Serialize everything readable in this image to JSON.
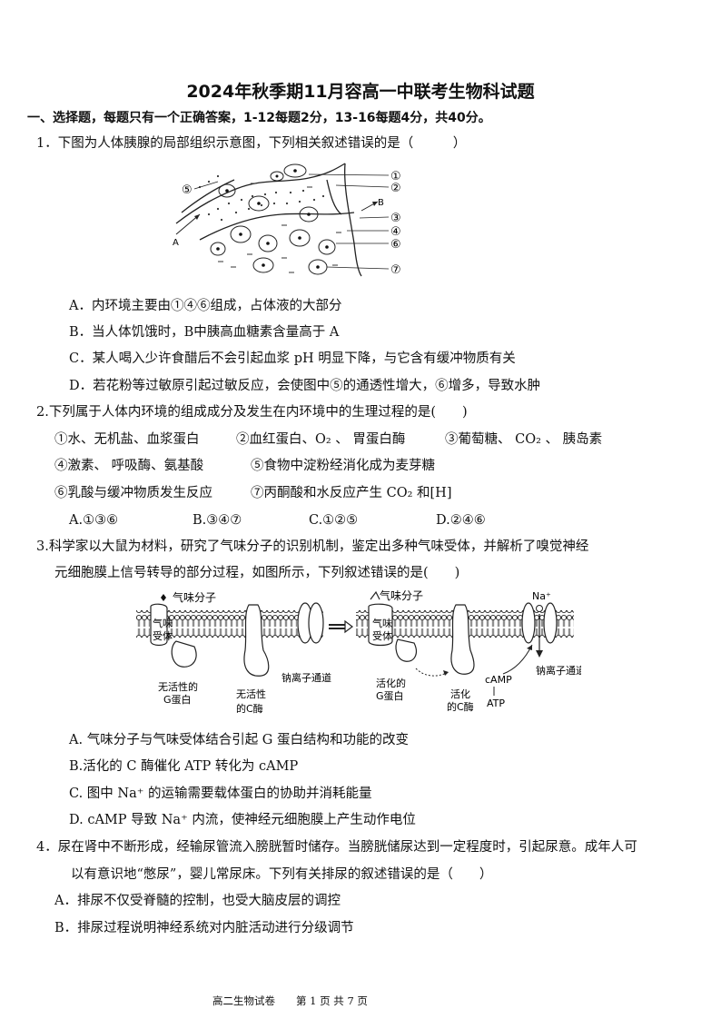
{
  "title": "2024年秋季期11月容高一中联考生物科试题",
  "section1": "一、选择题，每题只有一个正确答案，1-12每题2分，13-16每题4分，共40分。",
  "q1": {
    "stem": "1．下图为人体胰腺的局部组织示意图，下列相关叙述错误的是（　　　）",
    "figure_labels": {
      "n1": "①",
      "n2": "②",
      "n3": "③",
      "n4": "④",
      "n5": "⑤",
      "n6": "⑥",
      "n7": "⑦",
      "A": "A",
      "B": "B"
    },
    "options": {
      "A": "A．内环境主要由①④⑥组成，占体液的大部分",
      "B": "B．当人体饥饿时，B中胰高血糖素含量高于 A",
      "C": "C．某人喝入少许食醋后不会引起血浆 pH 明显下降，与它含有缓冲物质有关",
      "D": "D．若花粉等过敏原引起过敏反应，会使图中⑤的通透性增大，⑥增多，导致水肿"
    }
  },
  "q2": {
    "stem": "2.下列属于人体内环境的组成成分及发生在内环境中的生理过程的是(　　)",
    "items": {
      "r1a": "①水、无机盐、血浆蛋白",
      "r1b": "②血红蛋白、O₂ 、 胃蛋白酶",
      "r1c": "③葡萄糖、 CO₂ 、 胰岛素",
      "r2a": "④激素、 呼吸酶、氨基酸",
      "r2b": "⑤食物中淀粉经消化成为麦芽糖",
      "r3a": "⑥乳酸与缓冲物质发生反应",
      "r3b": "⑦丙酮酸和水反应产生 CO₂ 和[H]"
    },
    "options": {
      "A": "A.①③⑥",
      "B": "B.③④⑦",
      "C": "C.①②⑤",
      "D": "D.②④⑥"
    }
  },
  "q3": {
    "stem1": "3.科学家以大鼠为材料，研究了气味分子的识别机制，鉴定出多种气味受体，并解析了嗅觉神经",
    "stem2": "元细胞膜上信号转导的部分过程，如图所示，下列叙述错误的是(　　)",
    "figure_labels": {
      "odor1": "气味分子",
      "receptor1a": "气味",
      "receptor1b": "受体",
      "g1a": "无活性的",
      "g1b": "G蛋白",
      "c1a": "无活性",
      "c1b": "的C酶",
      "na_channel1": "钠离子通道",
      "odor2": "气味分子",
      "receptor2a": "气味",
      "receptor2b": "受体",
      "g2a": "活化的",
      "g2b": "G蛋白",
      "c2a": "活化",
      "c2b": "的C酶",
      "camp": "cAMP",
      "atp": "ATP",
      "na": "Na⁺",
      "na_channel2": "钠离子通道"
    },
    "options": {
      "A": "A. 气味分子与气味受体结合引起 G 蛋白结构和功能的改变",
      "B": "B.活化的 C 酶催化 ATP 转化为 cAMP",
      "C": "C. 图中 Na⁺ 的运输需要载体蛋白的协助并消耗能量",
      "D": "D. cAMP 导致 Na⁺ 内流，使神经元细胞膜上产生动作电位"
    }
  },
  "q4": {
    "stem1": "4．尿在肾中不断形成，经输尿管流入膀胱暂时储存。当膀胱储尿达到一定程度时，引起尿意。成年人可",
    "stem2": "以有意识地“憋尿”，婴儿常尿床。下列有关排尿的叙述错误的是（　　）",
    "options": {
      "A": "A．排尿不仅受脊髓的控制，也受大脑皮层的调控",
      "B": "B．排尿过程说明神经系统对内脏活动进行分级调节"
    }
  },
  "footer": {
    "left": "高二生物试卷",
    "right": "第 1 页 共 7 页"
  }
}
